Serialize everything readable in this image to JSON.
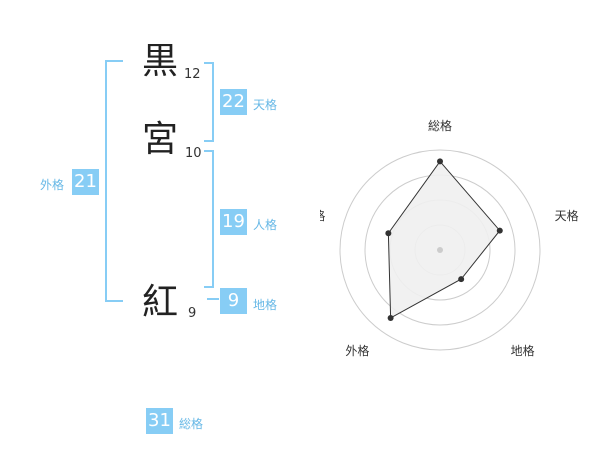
{
  "name": {
    "chars": [
      {
        "char": "黒",
        "strokes": "12"
      },
      {
        "char": "宮",
        "strokes": "10"
      },
      {
        "char": "紅",
        "strokes": "9"
      }
    ]
  },
  "fortune": {
    "tenkaku": {
      "value": "22",
      "label": "天格"
    },
    "jinkaku": {
      "value": "19",
      "label": "人格"
    },
    "chikaku": {
      "value": "9",
      "label": "地格"
    },
    "gaikaku": {
      "value": "21",
      "label": "外格"
    },
    "soukaku": {
      "value": "31",
      "label": "総格"
    }
  },
  "chart_data": {
    "type": "radar",
    "axes": [
      "総格",
      "天格",
      "地格",
      "外格",
      "人格"
    ],
    "values": [
      31,
      22,
      9,
      21,
      19
    ],
    "max": [
      35,
      35,
      25,
      25,
      35
    ],
    "rings": 4,
    "colors": {
      "fill": "#f0f0f0",
      "line": "#333333",
      "grid": "#cccccc",
      "point": "#333333",
      "center": "#cccccc"
    }
  },
  "colors": {
    "accent": "#87cdf5",
    "accent_text": "#67b8e6"
  }
}
